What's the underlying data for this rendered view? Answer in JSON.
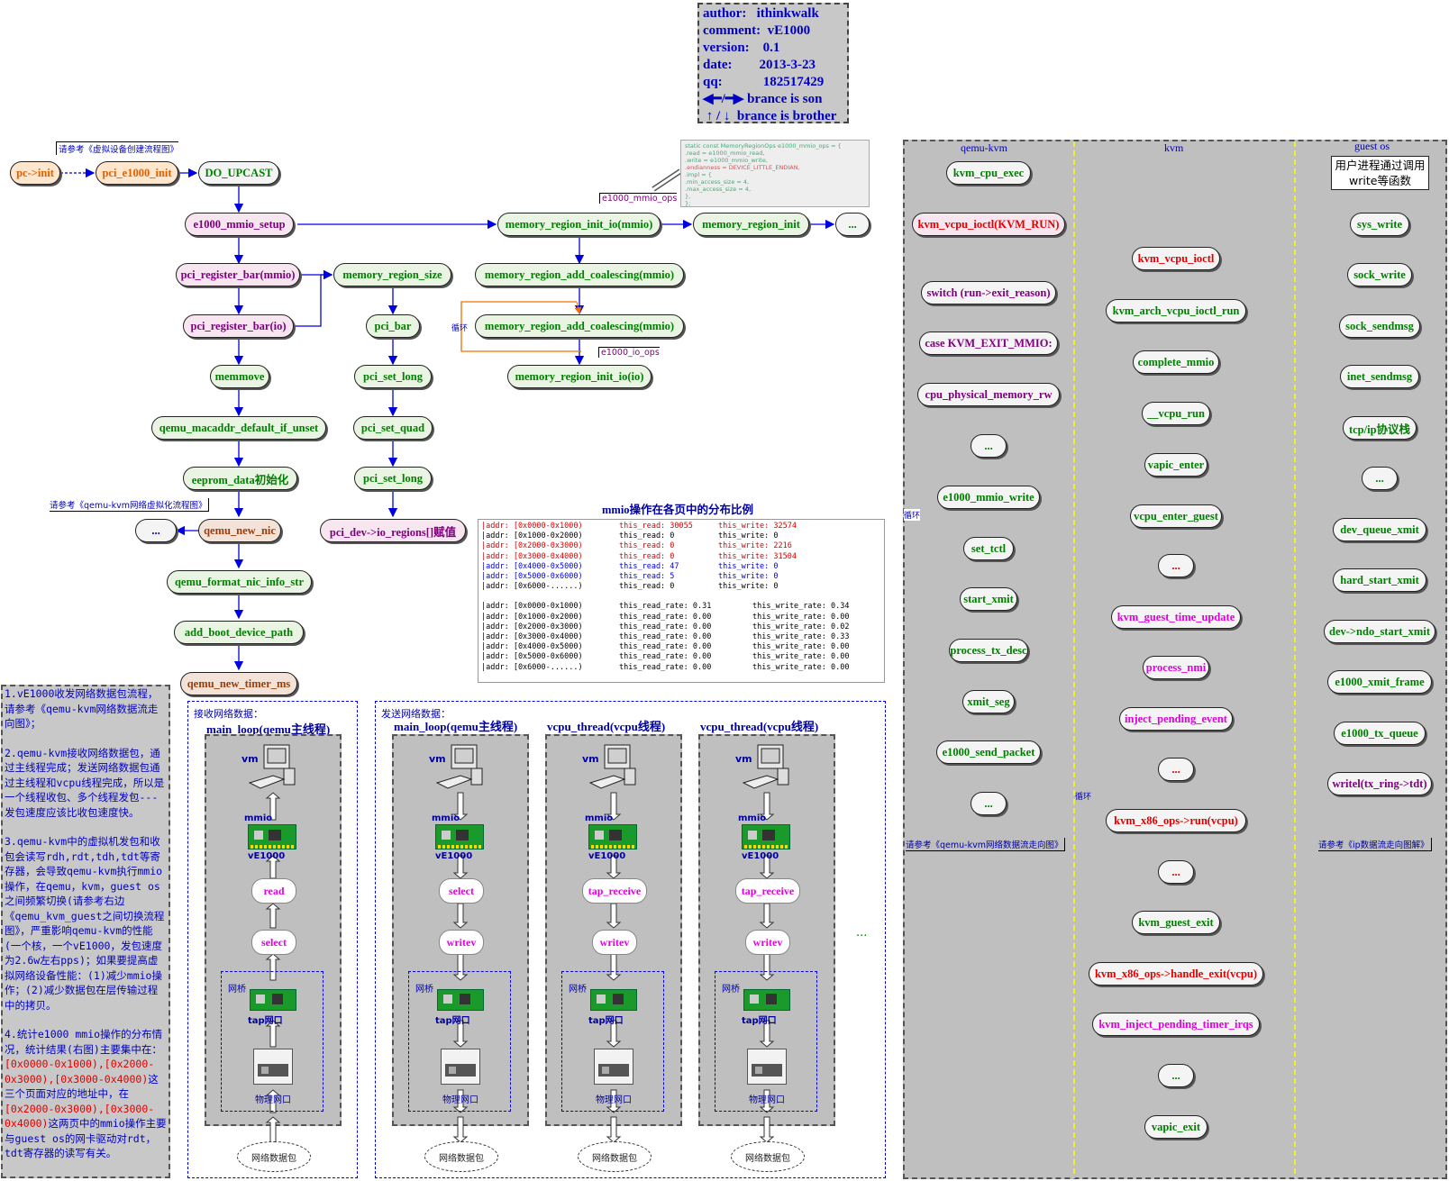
{
  "info_box": {
    "author_label": "author:",
    "author": "ithinkwalk",
    "comment_label": "comment:",
    "comment": "vE1000",
    "version_label": "version:",
    "version": "0.1",
    "date_label": "date:",
    "date": "2013-3-23",
    "qq_label": "qq:",
    "qq": "182517429",
    "son_label": "brance is son",
    "brother_label": "brance is brother",
    "slash": "/"
  },
  "notes": {
    "see_virtual_device": "请参考《虚拟设备创建流程图》",
    "see_net_virt": "请参考《qemu-kvm网络虚拟化流程图》",
    "see_qemu_kvm_flow": "请参考《qemu-kvm网络数据流走向图》",
    "see_ip_flow": "请参考《ip数据流走向图解》",
    "e1000_mmio_ops": "e1000_mmio_ops",
    "e1000_io_ops": "e1000_io_ops",
    "loop": "循环"
  },
  "code_snippet": [
    "static const MemoryRegionOps e1000_mmio_ops = {",
    "    .read        = e1000_mmio_read,",
    "    .write       = e1000_mmio_write,",
    "    .endianness  = DEVICE_LITTLE_ENDIAN,",
    "    .impl = {",
    "        .min_access_size  = 4,",
    "        .max_access_size  = 4,",
    "    },",
    "};"
  ],
  "left_flow": {
    "pc_init": "pc->init",
    "pci_e1000_init": "pci_e1000_init",
    "do_upcast": "DO_UPCAST",
    "e1000_mmio_setup": "e1000_mmio_setup",
    "pci_register_bar_mmio": "pci_register_bar(mmio)",
    "pci_register_bar_io": "pci_register_bar(io)",
    "memmove": "memmove",
    "qemu_macaddr": "qemu_macaddr_default_if_unset",
    "eeprom_data": "eeprom_data初始化",
    "qemu_new_nic": "qemu_new_nic",
    "ellipsis": "...",
    "qemu_format_nic": "qemu_format_nic_info_str",
    "add_boot_device_path": "add_boot_device_path",
    "qemu_new_timer_ms": "qemu_new_timer_ms",
    "memory_region_size": "memory_region_size",
    "pci_bar": "pci_bar",
    "pci_set_long_1": "pci_set_long",
    "pci_set_quad": "pci_set_quad",
    "pci_set_long_2": "pci_set_long",
    "pci_dev_io_regions": "pci_dev->io_regions[]赋值",
    "memory_region_init_io_mmio": "memory_region_init_io(mmio)",
    "memory_region_init": "memory_region_init",
    "ellipsis2": "...",
    "mr_add_coalescing_1": "memory_region_add_coalescing(mmio)",
    "mr_add_coalescing_2": "memory_region_add_coalescing(mmio)",
    "memory_region_init_io_io": "memory_region_init_io(io)"
  },
  "mmio_table": {
    "title": "mmio操作在各页中的分布比例",
    "rows1": [
      {
        "addr": "|addr: [0x0000-0x1000)",
        "r": "this_read: 30055",
        "w": "this_write: 32574",
        "color": "#e00000"
      },
      {
        "addr": "|addr: [0x1000-0x2000)",
        "r": "this_read: 0",
        "w": "this_write: 0",
        "color": "#000000"
      },
      {
        "addr": "|addr: [0x2000-0x3000)",
        "r": "this_read: 0",
        "w": "this_write: 2216",
        "color": "#e00000"
      },
      {
        "addr": "|addr: [0x3000-0x4000)",
        "r": "this_read: 0",
        "w": "this_write: 31504",
        "color": "#e00000"
      },
      {
        "addr": "|addr: [0x4000-0x5000)",
        "r": "this_read: 47",
        "w": "this_write: 0",
        "color": "#0000e0"
      },
      {
        "addr": "|addr: [0x5000-0x6000)",
        "r": "this_read: 5",
        "w": "this_write: 0",
        "color": "#0000e0"
      },
      {
        "addr": "|addr: [0x6000-......)",
        "r": "this_read: 0",
        "w": "this_write: 0",
        "color": "#000000"
      }
    ],
    "rows2": [
      {
        "addr": "|addr: [0x0000-0x1000)",
        "r": "this_read_rate: 0.31",
        "w": "this_write_rate: 0.34"
      },
      {
        "addr": "|addr: [0x1000-0x2000)",
        "r": "this_read_rate: 0.00",
        "w": "this_write_rate: 0.00"
      },
      {
        "addr": "|addr: [0x2000-0x3000)",
        "r": "this_read_rate: 0.00",
        "w": "this_write_rate: 0.02"
      },
      {
        "addr": "|addr: [0x3000-0x4000)",
        "r": "this_read_rate: 0.00",
        "w": "this_write_rate: 0.33"
      },
      {
        "addr": "|addr: [0x4000-0x5000)",
        "r": "this_read_rate: 0.00",
        "w": "this_write_rate: 0.00"
      },
      {
        "addr": "|addr: [0x5000-0x6000)",
        "r": "this_read_rate: 0.00",
        "w": "this_write_rate: 0.00"
      },
      {
        "addr": "|addr: [0x6000-......)",
        "r": "this_read_rate: 0.00",
        "w": "this_write_rate: 0.00"
      }
    ]
  },
  "left_note": {
    "p1": "1.vE1000收发网络数据包流程，请参考《qemu-kvm网络数据流走向图》；",
    "p2": "2.qemu-kvm接收网络数据包，通过主线程完成；发送网络数据包通过主线程和vcpu线程完成，所以是一个线程收包、多个线程发包---发包速度应该比收包速度快。",
    "p3": "3.qemu-kvm中的虚拟机发包和收包会读写rdh,rdt,tdh,tdt等寄存器，会导致qemu-kvm执行mmio操作，在qemu，kvm，guest os之间频繁切换(请参考右边《qemu_kvm_guest之间切换流程图》，严重影响qemu-kvm的性能(一个核，一个vE1000，发包速度为2.6w左右pps)；如果要提高虚拟网络设备性能：(1)减少mmio操作；(2)减少数据包在层传输过程中的拷贝。",
    "p4a": "4.统计e1000 mmio操作的分布情况，统计结果(右图)主要集中在：",
    "p4r1": "[0x0000-0x1000),[0x2000-0x3000),[0x3000-0x4000)",
    "p4b": "这三个页面对应的地址中，在",
    "p4r2": "[0x2000-0x3000),[0x3000-0x4000)",
    "p4c": "这两页中的mmio操作主要与guest os的网卡驱动对rdt，tdt寄存器的读写有关。"
  },
  "bottom": {
    "recv_title": "接收网络数据：",
    "send_title": "发送网络数据：",
    "main_loop": "main_loop(qemu主线程)",
    "vcpu_thread": "vcpu_thread(vcpu线程)",
    "vm": "vm",
    "mmio": "mmio",
    "ve1000": "vE1000",
    "bridge": "网桥",
    "tap": "tap网口",
    "phys": "物理网口",
    "packet": "网络数据包",
    "read": "read",
    "select": "select",
    "writev": "writev",
    "tap_receive": "tap_receive",
    "ellipsis": "..."
  },
  "right": {
    "lane_qemu": "qemu-kvm",
    "lane_kvm": "kvm",
    "lane_guest": "guest os",
    "q": [
      "kvm_cpu_exec",
      "kvm_vcpu_ioctl(KVM_RUN)",
      "switch (run->exit_reason)",
      "case KVM_EXIT_MMIO:",
      "cpu_physical_memory_rw",
      "...",
      "e1000_mmio_write",
      "set_tctl",
      "start_xmit",
      "process_tx_desc",
      "xmit_seg",
      "e1000_send_packet",
      "..."
    ],
    "k": [
      "kvm_vcpu_ioctl",
      "kvm_arch_vcpu_ioctl_run",
      "complete_mmio",
      "__vcpu_run",
      "vapic_enter",
      "vcpu_enter_guest",
      "...",
      "kvm_guest_time_update",
      "process_nmi",
      "inject_pending_event",
      "...",
      "kvm_x86_ops->run(vcpu)",
      "...",
      "kvm_guest_exit",
      "kvm_x86_ops->handle_exit(vcpu)",
      "kvm_inject_pending_timer_irqs",
      "...",
      "vapic_exit"
    ],
    "g_title": "用户进程通过调用write等函数",
    "g": [
      "sys_write",
      "sock_write",
      "sock_sendmsg",
      "inet_sendmsg",
      "tcp/ip协议栈",
      "...",
      "dev_queue_xmit",
      "hard_start_xmit",
      "dev->ndo_start_xmit",
      "e1000_xmit_frame",
      "e1000_tx_queue",
      "writel(tx_ring->tdt)"
    ]
  }
}
